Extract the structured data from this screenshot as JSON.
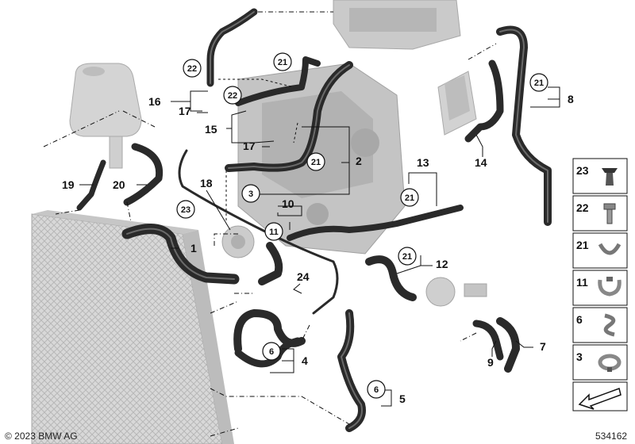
{
  "parts": [
    {
      "num": "1"
    },
    {
      "num": "2"
    },
    {
      "num": "3"
    },
    {
      "num": "4"
    },
    {
      "num": "5"
    },
    {
      "num": "7"
    },
    {
      "num": "8"
    },
    {
      "num": "9"
    },
    {
      "num": "10"
    },
    {
      "num": "12"
    },
    {
      "num": "13"
    },
    {
      "num": "14"
    },
    {
      "num": "15"
    },
    {
      "num": "16"
    },
    {
      "num": "17"
    },
    {
      "num": "17"
    },
    {
      "num": "18"
    },
    {
      "num": "19"
    },
    {
      "num": "20"
    },
    {
      "num": "24"
    }
  ],
  "callouts": [
    {
      "num": "22"
    },
    {
      "num": "22"
    },
    {
      "num": "21"
    },
    {
      "num": "21"
    },
    {
      "num": "21"
    },
    {
      "num": "3"
    },
    {
      "num": "23"
    },
    {
      "num": "11"
    },
    {
      "num": "21"
    },
    {
      "num": "21"
    },
    {
      "num": "6"
    },
    {
      "num": "6"
    }
  ],
  "legend": [
    {
      "num": "23",
      "icon": "expansion-rivet-icon"
    },
    {
      "num": "22",
      "icon": "screw-icon"
    },
    {
      "num": "21",
      "icon": "hose-clip-icon"
    },
    {
      "num": "11",
      "icon": "double-clip-icon"
    },
    {
      "num": "6",
      "icon": "spring-clip-icon"
    },
    {
      "num": "3",
      "icon": "clamp-icon"
    }
  ],
  "footer": {
    "copyright": "© 2023 BMW AG",
    "diagram_id": "534162"
  },
  "colors": {
    "hose": "#2a2a2a",
    "hose_highlight": "#6a6a6a",
    "component": "#c8c8c8",
    "component_dark": "#9a9a9a",
    "line": "#111111"
  }
}
